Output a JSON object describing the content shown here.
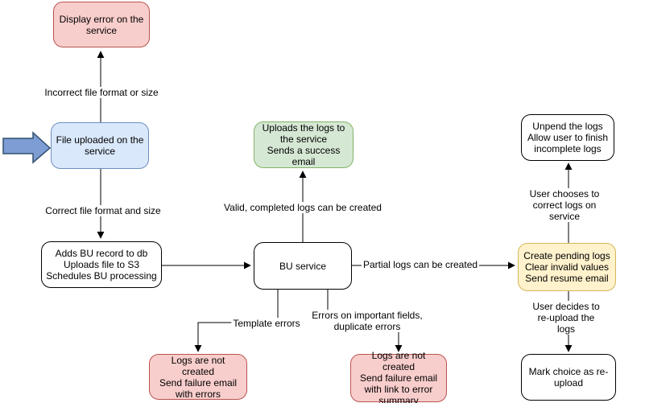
{
  "diagram": {
    "type": "flowchart",
    "nodes": {
      "display_error": {
        "text": "Display error on the\nservice",
        "fill": "#f8cecc",
        "border": "#b85450"
      },
      "file_uploaded": {
        "text": "File uploaded on the\nservice",
        "fill": "#dae8fc",
        "border": "#6c8ebf"
      },
      "adds_bu_record": {
        "text": "Adds BU record to db\nUploads file to S3\nSchedules BU processing",
        "fill": "#ffffff",
        "border": "#000000"
      },
      "bu_service": {
        "text": "BU service",
        "fill": "#ffffff",
        "border": "#000000"
      },
      "uploads_logs_success": {
        "text": "Uploads the logs to\nthe service\nSends a success\nemail",
        "fill": "#d5e8d4",
        "border": "#82b366"
      },
      "unpend_logs": {
        "text": "Unpend the logs\nAllow user to finish\nincomplete logs",
        "fill": "#ffffff",
        "border": "#000000"
      },
      "create_pending_logs": {
        "text": "Create pending logs\nClear invalid values\nSend resume email",
        "fill": "#fff2cc",
        "border": "#d6b656"
      },
      "mark_reupload": {
        "text": "Mark choice as re-\nupload",
        "fill": "#ffffff",
        "border": "#000000"
      },
      "logs_failure_template": {
        "text": "Logs are not created\nSend failure email\nwith errors",
        "fill": "#f8cecc",
        "border": "#b85450"
      },
      "logs_failure_fields": {
        "text": "Logs are not created\nSend failure email\nwith link to error\nsummary",
        "fill": "#f8cecc",
        "border": "#b85450"
      }
    },
    "edge_labels": {
      "incorrect_format": "Incorrect file format or size",
      "correct_format": "Correct file format and size",
      "valid_logs": "Valid, completed logs can be created",
      "partial_logs": "Partial logs can be created",
      "template_errors": "Template errors",
      "field_errors": "Errors on important fields,\nduplicate errors",
      "user_corrects": "User chooses to correct logs on service",
      "user_reuploads": "User decides to re-upload the logs"
    },
    "icons": {
      "start_arrow_icon": "thick right-pointing arrow (flow entry point)"
    },
    "palette": {
      "error_fill": "#f8cecc",
      "error_border": "#b85450",
      "input_fill": "#dae8fc",
      "input_border": "#6c8ebf",
      "success_fill": "#d5e8d4",
      "success_border": "#82b366",
      "pending_fill": "#fff2cc",
      "pending_border": "#d6b656",
      "start_arrow_fill": "#7e9dd4",
      "line_color": "#000000"
    }
  }
}
